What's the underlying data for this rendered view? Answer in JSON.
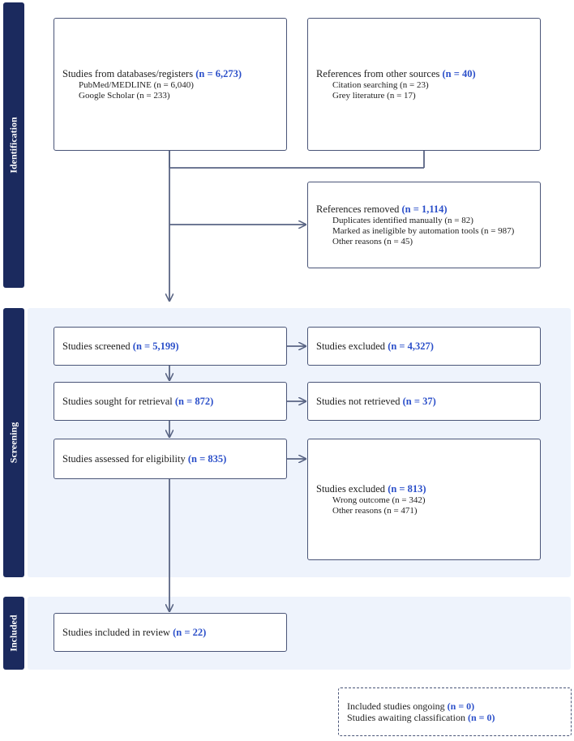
{
  "phases": {
    "identification": "Identification",
    "screening": "Screening",
    "included": "Included"
  },
  "boxes": {
    "databases": {
      "label": "Studies from databases/registers",
      "n": "(n = 6,273)",
      "sub": [
        "PubMed/MEDLINE (n = 6,040)",
        "Google Scholar (n = 233)"
      ]
    },
    "other_sources": {
      "label": "References from other sources",
      "n": "(n = 40)",
      "sub": [
        "Citation searching (n = 23)",
        "Grey literature (n = 17)"
      ]
    },
    "removed": {
      "label": "References removed",
      "n": "(n = 1,114)",
      "sub": [
        "Duplicates identified manually (n = 82)",
        "Marked as ineligible by automation tools (n = 987)",
        "Other reasons (n = 45)"
      ]
    },
    "screened": {
      "label": "Studies screened",
      "n": "(n = 5,199)"
    },
    "excluded_screen": {
      "label": "Studies excluded",
      "n": "(n = 4,327)"
    },
    "sought": {
      "label": "Studies sought for retrieval",
      "n": "(n = 872)"
    },
    "not_retrieved": {
      "label": "Studies not retrieved",
      "n": "(n = 37)"
    },
    "assessed": {
      "label": "Studies assessed for eligibility",
      "n": "(n = 835)"
    },
    "excluded_elig": {
      "label": "Studies excluded",
      "n": "(n = 813)",
      "sub": [
        "Wrong outcome (n = 342)",
        "Other reasons (n = 471)"
      ]
    },
    "included": {
      "label": "Studies included in review",
      "n": "(n = 22)"
    },
    "ongoing": {
      "line1_label": "Included studies ongoing",
      "line1_n": "(n = 0)",
      "line2_label": "Studies awaiting classification",
      "line2_n": "(n = 0)"
    }
  },
  "colors": {
    "phase_label_bg": "#1b2a5e",
    "phase_band_bg": "#eef3fc",
    "box_border": "#4a5578",
    "count_text": "#2b4fc9",
    "arrow": "#5a6584"
  }
}
